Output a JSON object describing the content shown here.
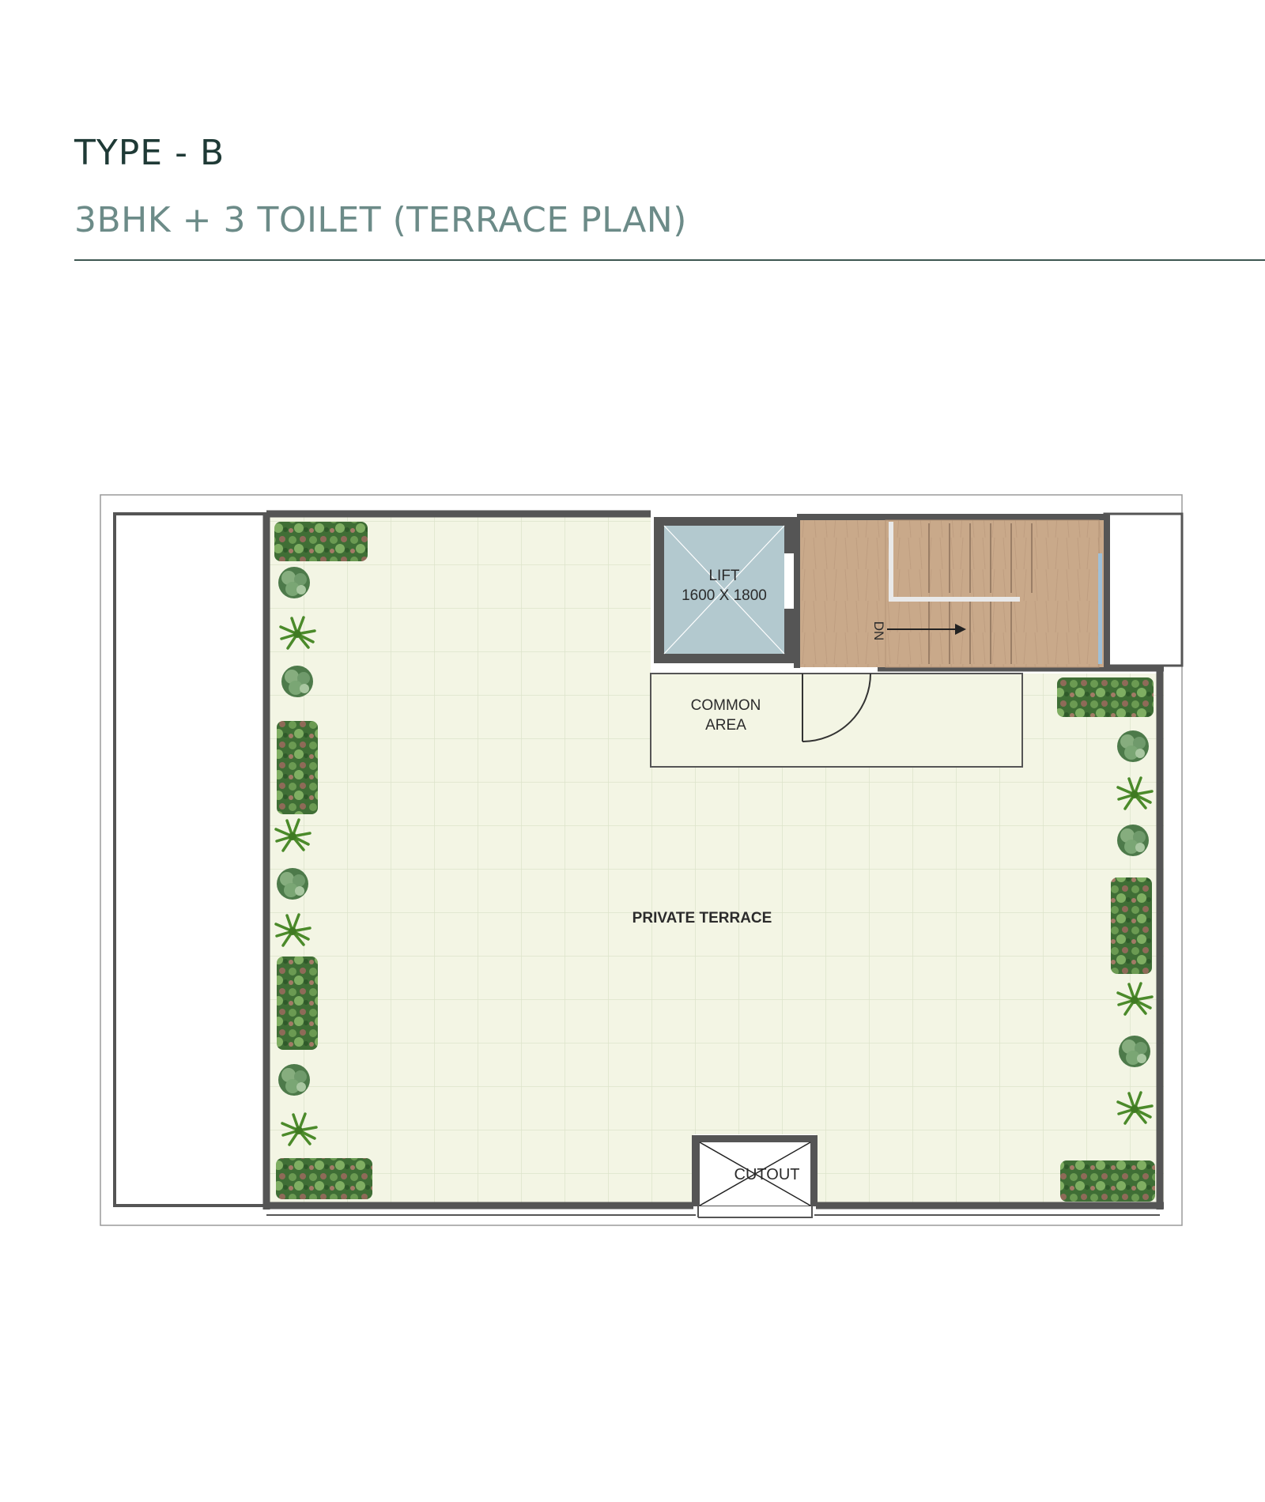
{
  "header": {
    "title": "TYPE - B",
    "subtitle": "3BHK + 3 TOILET (TERRACE PLAN)"
  },
  "plan": {
    "rooms": {
      "lift": {
        "name": "LIFT",
        "size": "1600 X 1800"
      },
      "common_area": {
        "line1": "COMMON",
        "line2": "AREA"
      },
      "private_terrace": "PRIVATE TERRACE",
      "cutout": "CUTOUT",
      "stair_direction": "DN"
    },
    "colors": {
      "terrace_floor": "#f3f5e4",
      "tile_grid": "#dde3cb",
      "wall": "#555555",
      "lift_fill": "#b3c9cf",
      "stair_fill": "#c9a98a",
      "planter_green": "#3f6e35"
    },
    "icons": {
      "planter": "planter-box-icon",
      "shrub": "round-shrub-icon",
      "palm": "spiky-palm-icon",
      "door": "door-swing-icon",
      "arrow": "stair-arrow-icon"
    }
  }
}
